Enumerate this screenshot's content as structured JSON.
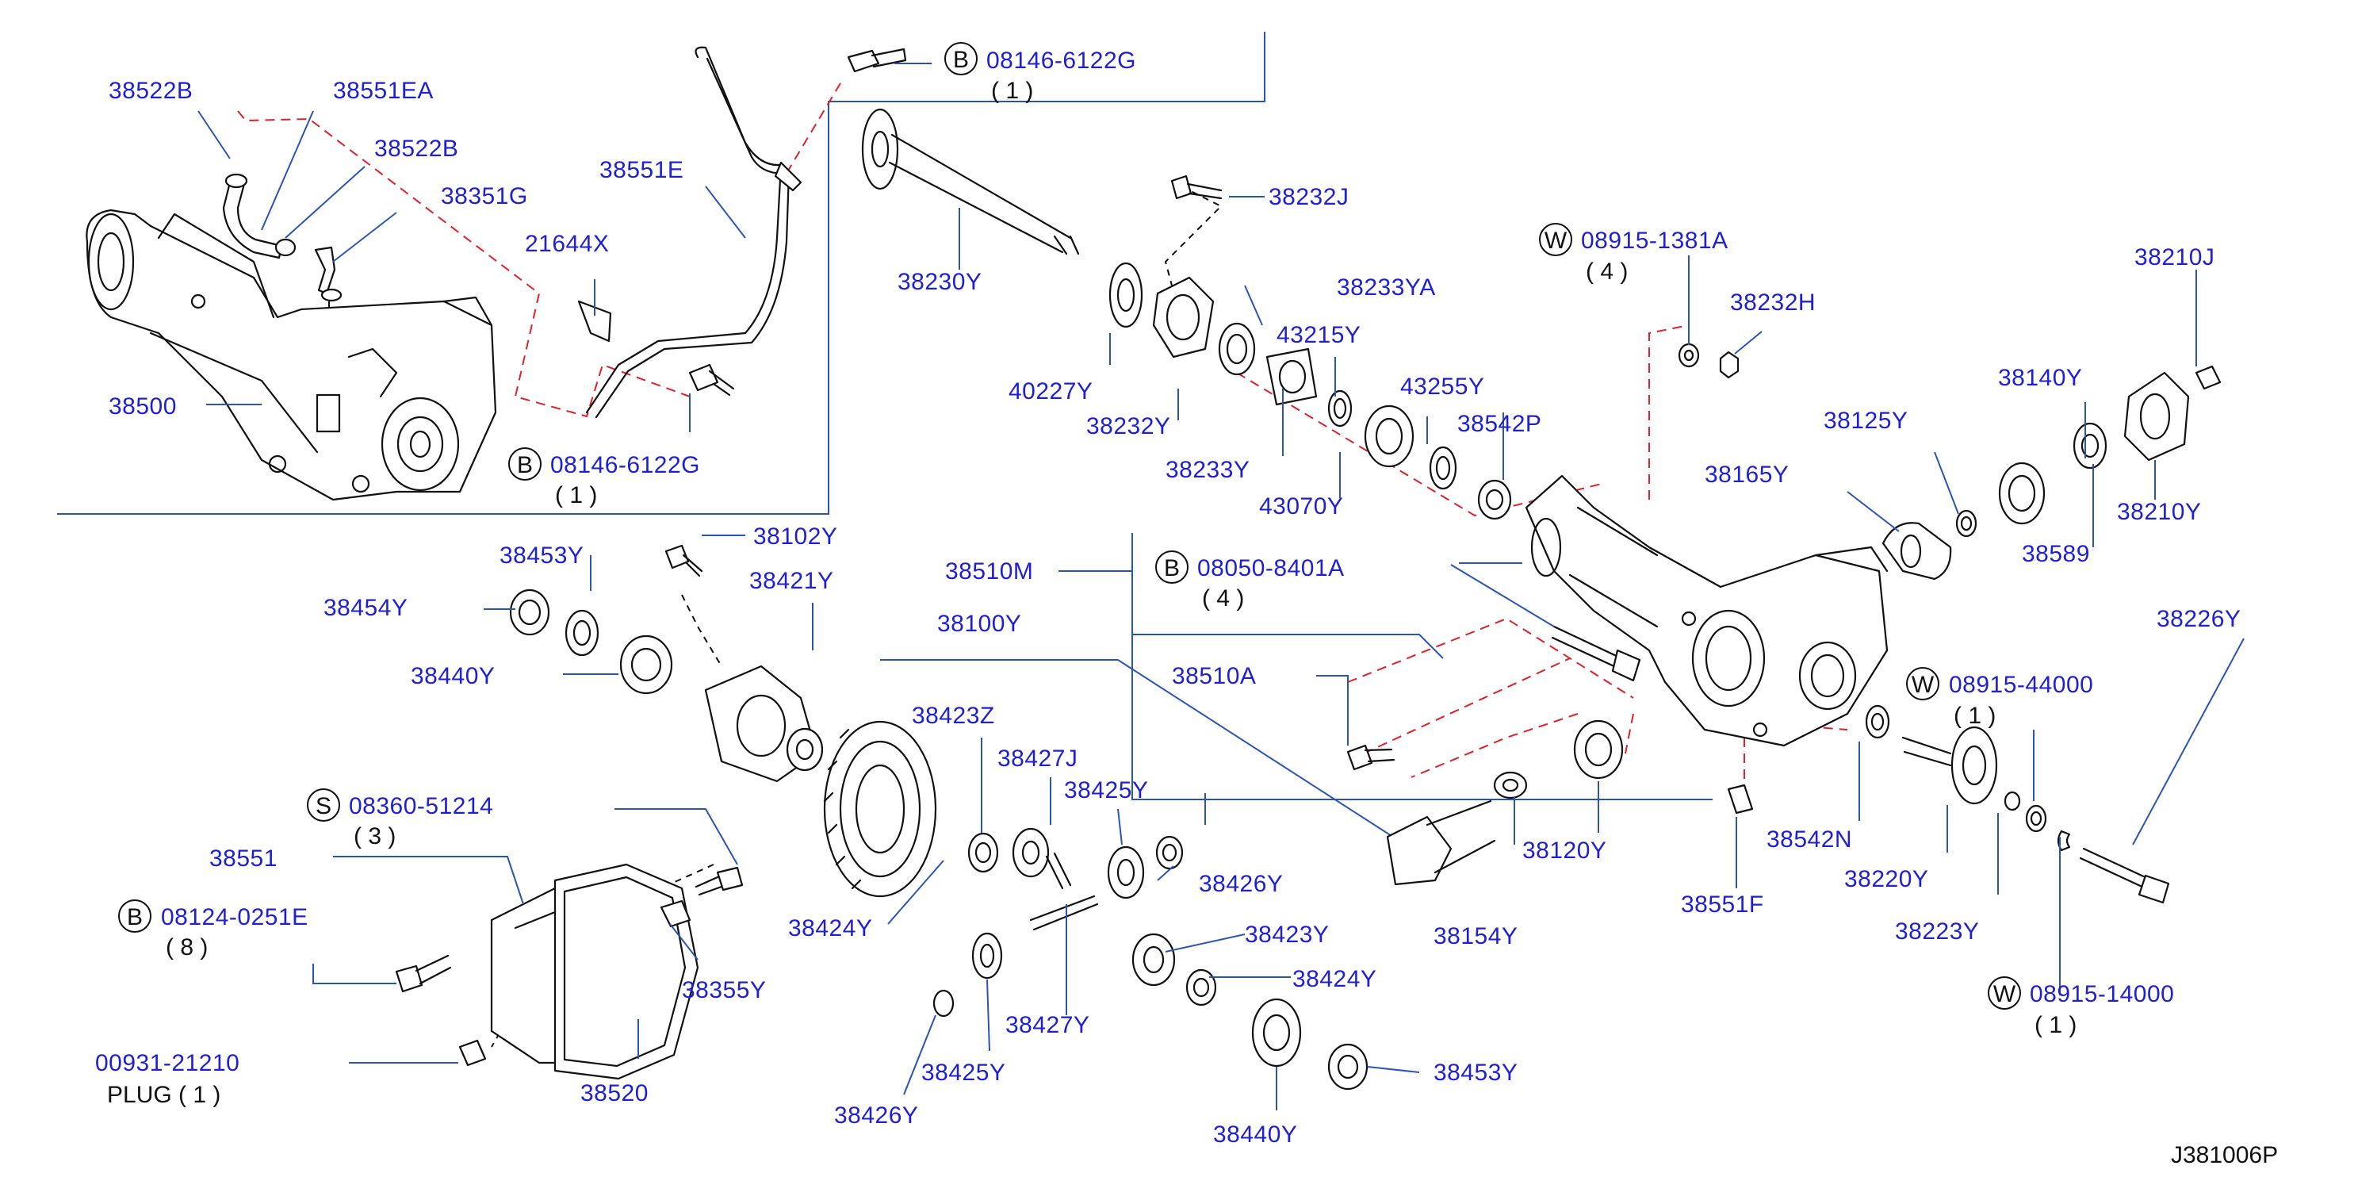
{
  "diagram_code": "J381006P",
  "labels": {
    "p38522B_a": "38522B",
    "p38551EA": "38551EA",
    "p38522B_b": "38522B",
    "p38351G": "38351G",
    "p38551E": "38551E",
    "p21644X": "21644X",
    "p38500": "38500",
    "bolt_top": "08146-6122G",
    "bolt_top_qty": "( 1 )",
    "bolt_mid": "08146-6122G",
    "bolt_mid_qty": "( 1 )",
    "p38230Y": "38230Y",
    "p38232J": "38232J",
    "p38233YA": "38233YA",
    "p40227Y": "40227Y",
    "p38232Y": "38232Y",
    "p38233Y": "38233Y",
    "p43215Y": "43215Y",
    "p43255Y": "43255Y",
    "p43070Y": "43070Y",
    "p38542P": "38542P",
    "w_1381A": "08915-1381A",
    "w_1381A_qty": "( 4 )",
    "p38232H": "38232H",
    "p38210J": "38210J",
    "p38140Y": "38140Y",
    "p38125Y": "38125Y",
    "p38165Y": "38165Y",
    "p38589": "38589",
    "p38210Y": "38210Y",
    "p38453Y_a": "38453Y",
    "p38102Y": "38102Y",
    "p38454Y": "38454Y",
    "p38421Y": "38421Y",
    "p38440Y_a": "38440Y",
    "p38510M": "38510M",
    "b_8401A": "08050-8401A",
    "b_8401A_qty": "( 4 )",
    "p38100Y": "38100Y",
    "p38510A": "38510A",
    "p38226Y": "38226Y",
    "p38423Z": "38423Z",
    "p38427J": "38427J",
    "p38425Y_a": "38425Y",
    "w_44000": "08915-44000",
    "w_44000_qty": "( 1 )",
    "s_51214": "08360-51214",
    "s_51214_qty": "( 3 )",
    "p38551": "38551",
    "p38426Y_a": "38426Y",
    "p38424Y_a": "38424Y",
    "p38120Y": "38120Y",
    "p38542N": "38542N",
    "p38220Y": "38220Y",
    "p38551F": "38551F",
    "b_0251E": "08124-0251E",
    "b_0251E_qty": "( 8 )",
    "p38154Y": "38154Y",
    "p38223Y": "38223Y",
    "p38423Y": "38423Y",
    "p38355Y": "38355Y",
    "p38424Y_b": "38424Y",
    "w_14000": "08915-14000",
    "w_14000_qty": "( 1 )",
    "p38427Y": "38427Y",
    "plug_pn": "00931-21210",
    "plug_text": "PLUG ( 1 )",
    "p38520": "38520",
    "p38425Y_b": "38425Y",
    "p38453Y_b": "38453Y",
    "p38426Y_b": "38426Y",
    "p38440Y_b": "38440Y"
  },
  "symbols": {
    "bolt": "B",
    "washer": "W",
    "screw": "S"
  },
  "colors": {
    "part_number": "#1f1fd6",
    "leader_line": "#2b55b5",
    "reference_dash": "#e0202a",
    "drawing_ink": "#111111"
  }
}
